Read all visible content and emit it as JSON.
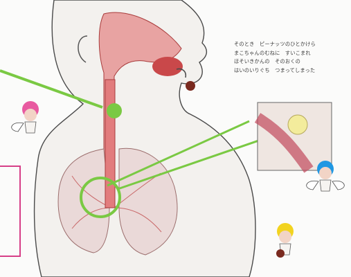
{
  "caption": {
    "lines": "そのとき　ピーナッツのひとかけら\nまこちゃんのむねに　すいこまれ\nほそいきかんの　そのおくの\nはいのいりぐち　つまってしまった"
  },
  "colors": {
    "pointer_green": "#7ac943",
    "frame_pink": "#d63e87",
    "tissue_red": "#d9474b",
    "lung_pink": "#e9a7a9"
  },
  "icons": [
    "angel-pink-hair",
    "angel-blue-hair",
    "angel-yellow-hair",
    "peanut-icon"
  ]
}
